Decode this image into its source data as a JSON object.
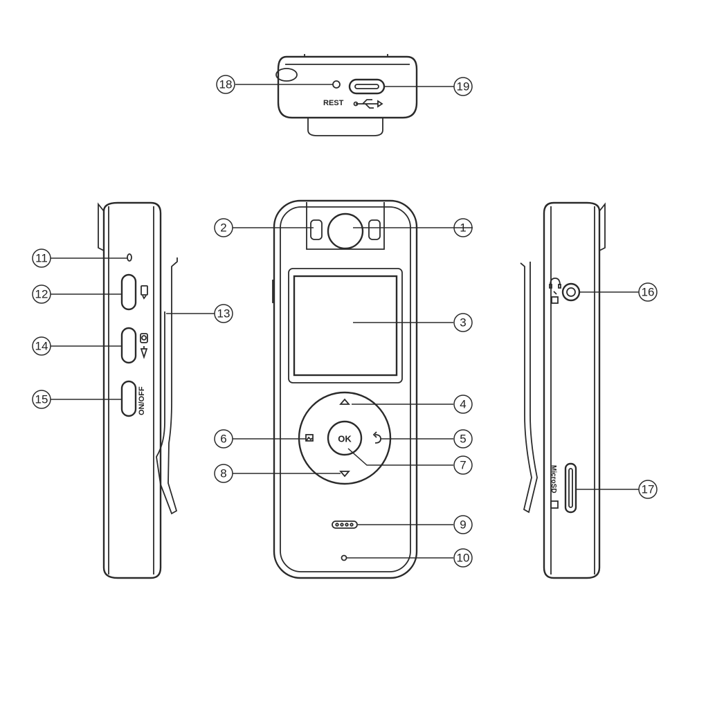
{
  "colors": {
    "line": "#2a2a2a",
    "background": "#ffffff"
  },
  "labels": {
    "rest": "REST",
    "ok": "OK",
    "on_off": "ON/OFF",
    "microsd": "MicroSD"
  },
  "callouts": [
    "1",
    "2",
    "3",
    "4",
    "5",
    "6",
    "7",
    "8",
    "9",
    "10",
    "11",
    "12",
    "13",
    "14",
    "15",
    "16",
    "17",
    "18",
    "19"
  ],
  "icons": {
    "usb": "usb-icon",
    "up": "arrow-up-icon",
    "down": "arrow-down-icon",
    "back": "back-arrow-icon",
    "gallery": "gallery-icon",
    "video": "video-icon",
    "camera": "camera-icon",
    "voice": "voice-icon",
    "headphone": "headphone-icon"
  }
}
